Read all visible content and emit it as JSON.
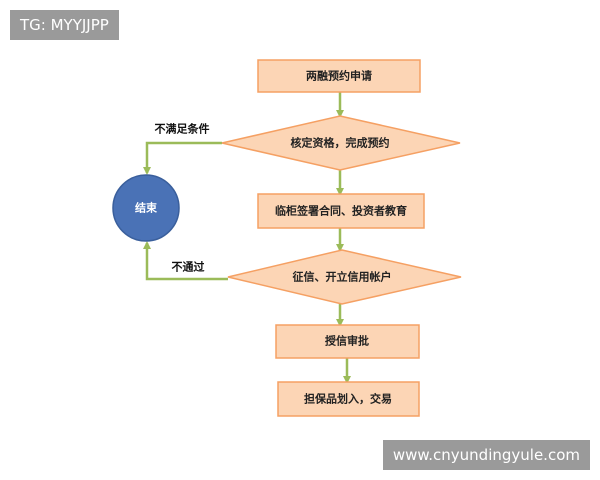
{
  "watermark_top_left": "TG: MYYJJPP",
  "watermark_bottom_right": "www.cnyundingyule.com",
  "colors": {
    "box_fill": "#fcd5b5",
    "box_stroke": "#f5a063",
    "end_fill": "#4a72b6",
    "end_stroke": "#3a5f9c",
    "arrow": "#9bbb59"
  },
  "flowchart": {
    "nodes": [
      {
        "id": "apply",
        "shape": "rect",
        "label": "两融预约申请"
      },
      {
        "id": "verify",
        "shape": "diamond",
        "label": "核定资格，完成预约"
      },
      {
        "id": "sign",
        "shape": "rect",
        "label": "临柜签署合同、投资者教育"
      },
      {
        "id": "credit",
        "shape": "diamond",
        "label": "征信、开立信用帐户"
      },
      {
        "id": "approve",
        "shape": "rect",
        "label": "授信审批"
      },
      {
        "id": "collateral",
        "shape": "rect",
        "label": "担保品划入，交易"
      },
      {
        "id": "end",
        "shape": "circle",
        "label": "结束"
      }
    ],
    "edges": [
      {
        "from": "apply",
        "to": "verify",
        "label": ""
      },
      {
        "from": "verify",
        "to": "sign",
        "label": ""
      },
      {
        "from": "sign",
        "to": "credit",
        "label": ""
      },
      {
        "from": "credit",
        "to": "approve",
        "label": ""
      },
      {
        "from": "approve",
        "to": "collateral",
        "label": ""
      },
      {
        "from": "verify",
        "to": "end",
        "label": "不满足条件"
      },
      {
        "from": "credit",
        "to": "end",
        "label": "不通过"
      }
    ]
  }
}
